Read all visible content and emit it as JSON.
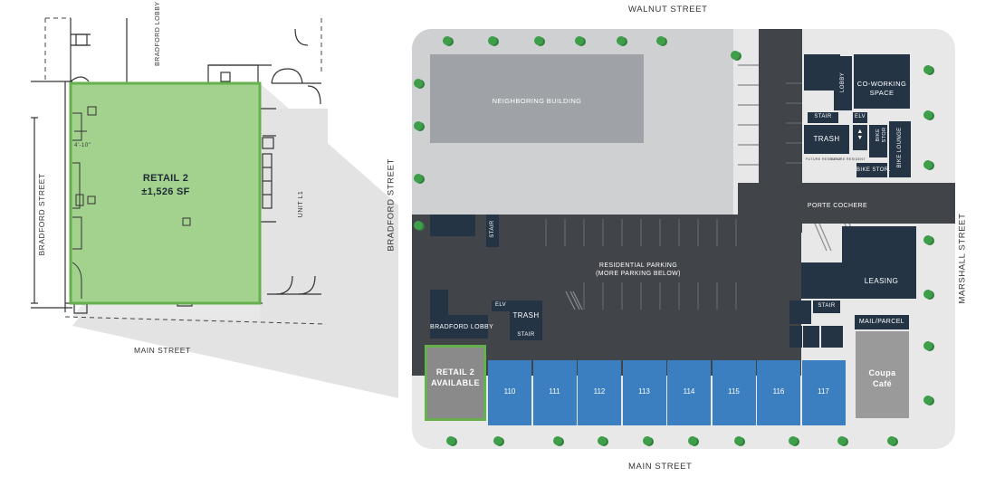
{
  "floorplan": {
    "retail_name": "RETAIL 2",
    "retail_area": "±1,526 SF",
    "bradford_lobby": "BRADFORD LOBBY",
    "bradford_street": "BRADFORD STREET",
    "main_street": "MAIN STREET",
    "unit": "UNIT L1",
    "dim": "4'-10\""
  },
  "siteplan": {
    "streets": {
      "north": "WALNUT STREET",
      "south": "MAIN STREET",
      "west": "BRADFORD STREET",
      "east": "MARSHALL STREET"
    },
    "neighboring_building": "NEIGHBORING BUILDING",
    "residential_parking": "RESIDENTIAL PARKING",
    "parking_note": "(MORE PARKING BELOW)",
    "porte_cochere": "PORTE COCHERE",
    "lobby": "LOBBY",
    "coworking_1": "CO-WORKING",
    "coworking_2": "SPACE",
    "stair": "STAIR",
    "elv": "ELV",
    "trash": "TRASH",
    "bike_stor_1": "BIKE",
    "bike_stor_2": "STOR",
    "bike_stor": "BIKE STOR.",
    "bike_lounge": "BIKE LOUNGE",
    "future_resident": "FUTURE RESIDENT",
    "leasing": "LEASING",
    "mail_parcel": "MAIL/PARCEL",
    "bradford_lobby": "BRADFORD LOBBY",
    "retail2_line1": "RETAIL 2",
    "retail2_line2": "AVAILABLE",
    "cafe_line1": "Coupa",
    "cafe_line2": "Café",
    "units": [
      "110",
      "111",
      "112",
      "113",
      "114",
      "115",
      "116",
      "117"
    ]
  },
  "colors": {
    "retail_green": "#a3d18e",
    "retail_border": "#67b04e",
    "unit_blue": "#3b7fc0",
    "building_dark": "#243444",
    "parking_gray": "#414449",
    "cafe_gray": "#9a9a9a"
  }
}
